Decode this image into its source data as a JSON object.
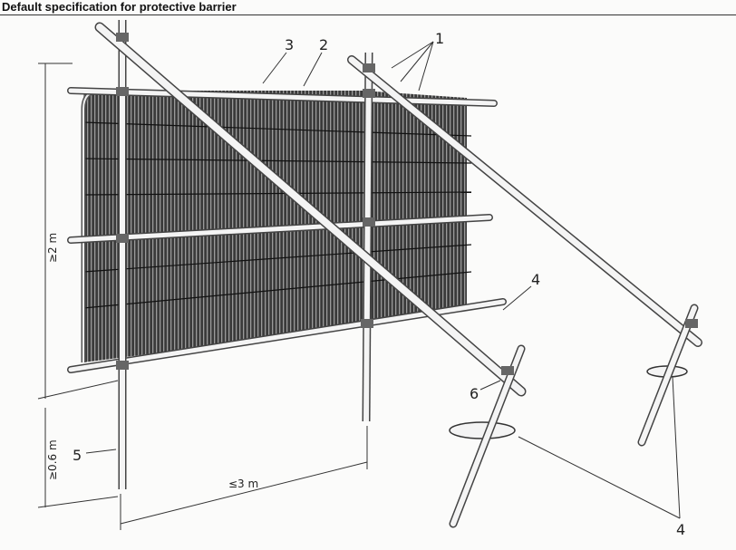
{
  "title": "Default specification for protective barrier",
  "labels": {
    "item1": "1",
    "item2": "2",
    "item3": "3",
    "item4a": "4",
    "item4b": "4",
    "item5": "5",
    "item6": "6"
  },
  "dimensions": {
    "height": "≥2 m",
    "embed_depth": "≥0.6 m",
    "post_spacing": "≤3 m"
  }
}
